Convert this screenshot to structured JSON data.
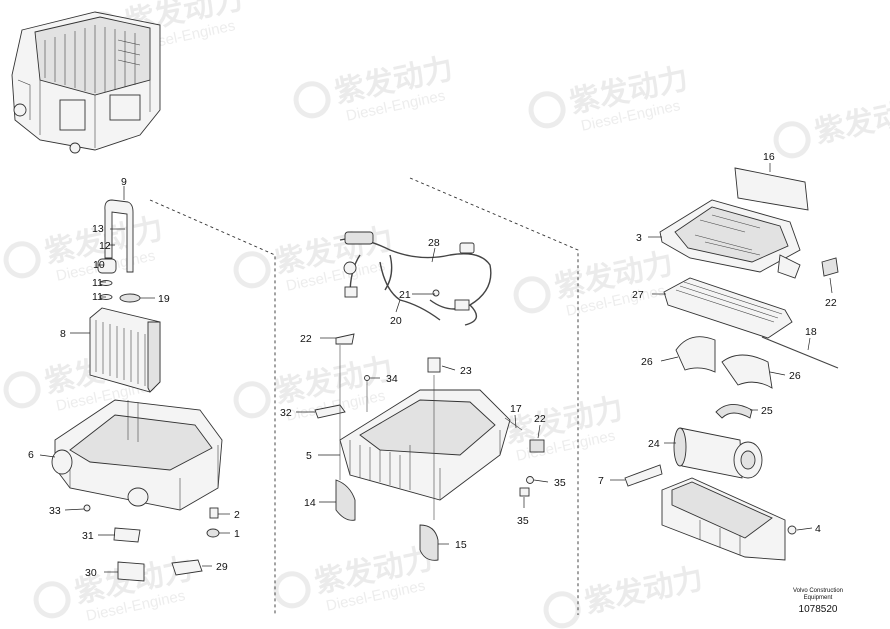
{
  "watermark": {
    "brand": "紫发动力",
    "sub": "Diesel-Engines"
  },
  "footer": {
    "caption_line1": "Volvo Construction",
    "caption_line2": "Equipment",
    "number": "1078520"
  },
  "labels": {
    "p1": "1",
    "p2": "2",
    "p3": "3",
    "p4": "4",
    "p5": "5",
    "p6": "6",
    "p7": "7",
    "p8": "8",
    "p9": "9",
    "p10": "10",
    "p11a": "11",
    "p11b": "11",
    "p12": "12",
    "p13": "13",
    "p14": "14",
    "p15": "15",
    "p16": "16",
    "p17": "17",
    "p18": "18",
    "p19": "19",
    "p20": "20",
    "p21": "21",
    "p22a": "22",
    "p22b": "22",
    "p22c": "22",
    "p23": "23",
    "p24": "24",
    "p25": "25",
    "p26a": "26",
    "p26b": "26",
    "p27": "27",
    "p28": "28",
    "p29": "29",
    "p30": "30",
    "p31": "31",
    "p32": "32",
    "p33": "33",
    "p34": "34",
    "p35a": "35",
    "p35b": "35"
  }
}
